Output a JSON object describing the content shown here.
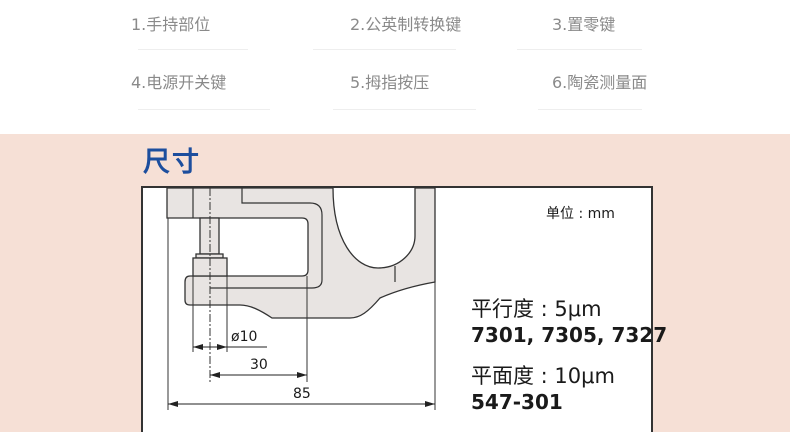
{
  "features": [
    {
      "label": "1.手持部位"
    },
    {
      "label": "2.公英制转换键"
    },
    {
      "label": "3.置零键"
    },
    {
      "label": "4.电源开关键"
    },
    {
      "label": "5.拇指按压"
    },
    {
      "label": "6.陶瓷测量面"
    }
  ],
  "section_title": "尺寸",
  "diagram": {
    "unit": "单位 : mm",
    "dim_diameter": "ø10",
    "dim_30": "30",
    "dim_85": "85"
  },
  "specs": {
    "parallelism": "平行度 : 5μm",
    "parallelism_models": "7301, 7305, 7327",
    "flatness": "平面度 : 10μm",
    "flatness_models": "547-301"
  }
}
